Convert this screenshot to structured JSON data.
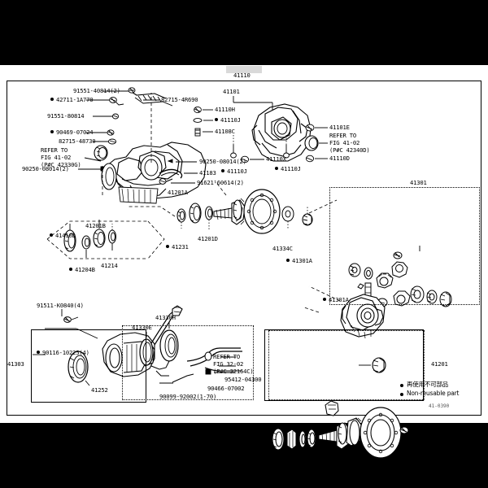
{
  "sheet": {
    "header_label": "41110",
    "diagram_code": "41-0390"
  },
  "legend": {
    "jp": "再使用不可部品",
    "en": "Non-reusable part"
  },
  "callouts": {
    "main": [
      {
        "id": "c01",
        "text": "91551-40814(2)",
        "bullet": false
      },
      {
        "id": "c02",
        "text": "42711-1A770",
        "bullet": true
      },
      {
        "id": "c03",
        "text": "82715-4R690",
        "bullet": false
      },
      {
        "id": "c04",
        "text": "91551-80814",
        "bullet": false
      },
      {
        "id": "c05",
        "text": "90469-07024",
        "bullet": true
      },
      {
        "id": "c06",
        "text": "82715-48730",
        "bullet": false
      },
      {
        "id": "c07",
        "text": "REFER TO",
        "bullet": false
      },
      {
        "id": "c08",
        "text": "FIG 41-02",
        "bullet": false
      },
      {
        "id": "c09",
        "text": "(P#C 42330G)",
        "bullet": false
      },
      {
        "id": "c10",
        "text": "90250-08014(2)",
        "bullet": false
      },
      {
        "id": "c11",
        "text": "41110H",
        "bullet": false
      },
      {
        "id": "c12",
        "text": "41110J",
        "bullet": true
      },
      {
        "id": "c13",
        "text": "41108C",
        "bullet": false
      },
      {
        "id": "c14",
        "text": "90250-08014(2)",
        "bullet": false
      },
      {
        "id": "c15",
        "text": "41183",
        "bullet": false
      },
      {
        "id": "c16",
        "text": "91621-60614(2)",
        "bullet": false
      },
      {
        "id": "c17",
        "text": "41201A",
        "bullet": false
      },
      {
        "id": "c18",
        "text": "41101",
        "bullet": false
      },
      {
        "id": "c19",
        "text": "41101E",
        "bullet": false
      },
      {
        "id": "c20",
        "text": "REFER TO",
        "bullet": false
      },
      {
        "id": "c21",
        "text": "FIG 41-02",
        "bullet": false
      },
      {
        "id": "c22",
        "text": "(P#C 42340D)",
        "bullet": false
      },
      {
        "id": "c23",
        "text": "41110D",
        "bullet": false
      },
      {
        "id": "c24",
        "text": "41110X",
        "bullet": false
      },
      {
        "id": "c25",
        "text": "41110J",
        "bullet": true
      },
      {
        "id": "c26",
        "text": "41110J",
        "bullet": true
      },
      {
        "id": "c27",
        "text": "41301",
        "bullet": false
      },
      {
        "id": "c28",
        "text": "41410D",
        "bullet": true
      },
      {
        "id": "c29",
        "text": "41201B",
        "bullet": false
      },
      {
        "id": "c30",
        "text": "41204B",
        "bullet": true
      },
      {
        "id": "c31",
        "text": "41214",
        "bullet": false
      },
      {
        "id": "c32",
        "text": "41231",
        "bullet": true
      },
      {
        "id": "c33",
        "text": "41201D",
        "bullet": false
      },
      {
        "id": "c34",
        "text": "41334C",
        "bullet": false
      },
      {
        "id": "c35",
        "text": "41301A",
        "bullet": true
      },
      {
        "id": "c36",
        "text": "41301A",
        "bullet": true
      }
    ],
    "lower": [
      {
        "id": "d01",
        "text": "91511-K0840(4)",
        "bullet": false
      },
      {
        "id": "d02",
        "text": "41303",
        "bullet": false
      },
      {
        "id": "d03",
        "text": "90116-10225(4)",
        "bullet": true
      },
      {
        "id": "d04",
        "text": "41252",
        "bullet": false
      },
      {
        "id": "d05",
        "text": "41330E",
        "bullet": false
      },
      {
        "id": "d06",
        "text": "41330H",
        "bullet": false
      },
      {
        "id": "d07",
        "text": "REFER TO",
        "bullet": false
      },
      {
        "id": "d08",
        "text": "FIG 32-02",
        "bullet": false
      },
      {
        "id": "d09",
        "text": "(P#C 32164C)",
        "bullet": false
      },
      {
        "id": "d10",
        "text": "95412-04300",
        "bullet": false
      },
      {
        "id": "d11",
        "text": "90466-07002",
        "bullet": false
      },
      {
        "id": "d12",
        "text": "90099-92002(1-70)",
        "bullet": false
      },
      {
        "id": "d13",
        "text": "41201",
        "bullet": false
      }
    ]
  }
}
